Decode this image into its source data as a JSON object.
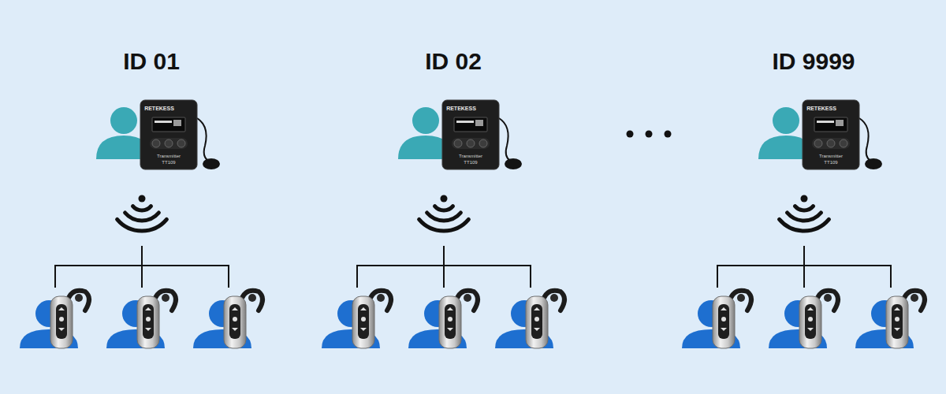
{
  "diagram": {
    "labels": [
      "ID 01",
      "RETEKESS",
      "Transmitter",
      "TT109",
      "ID 02",
      "RETEKESS",
      "Transmitter",
      "TT109",
      "ID 9999",
      "RETEKESS",
      "Transmitter",
      "TT109"
    ]
  }
}
